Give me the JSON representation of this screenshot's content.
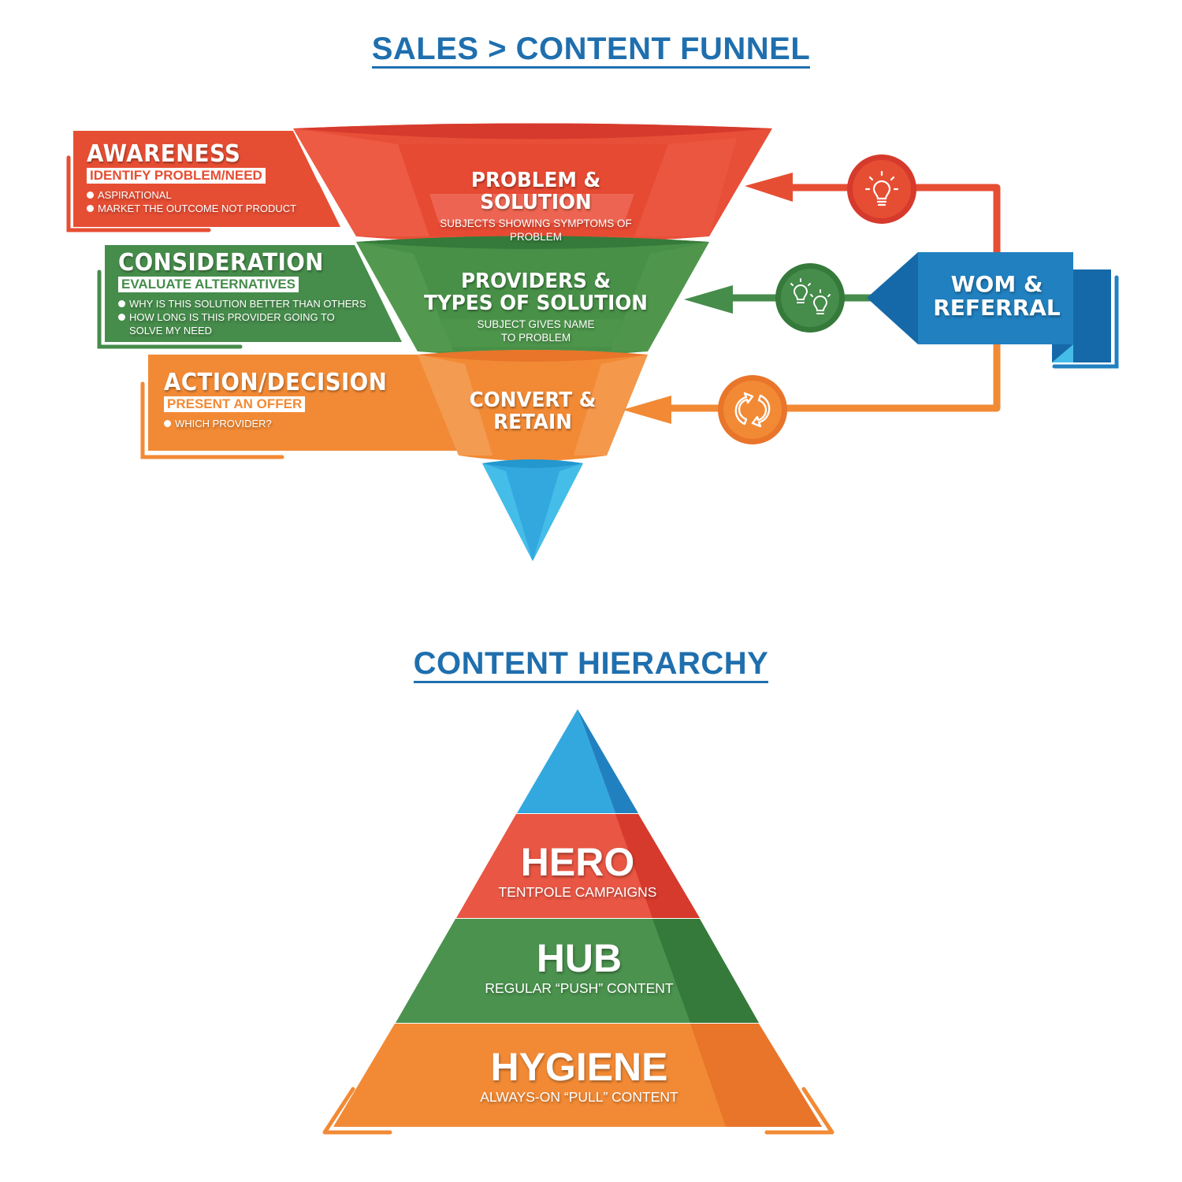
{
  "funnel_section": {
    "title": "SALES > CONTENT FUNNEL",
    "stages": [
      {
        "name": "AWARENESS",
        "subtitle": "IDENTIFY PROBLEM/NEED",
        "bullets": [
          "ASPIRATIONAL",
          "MARKET THE OUTCOME NOT PRODUCT"
        ],
        "color": "#e64e33"
      },
      {
        "name": "CONSIDERATION",
        "subtitle": "EVALUATE ALTERNATIVES",
        "bullets": [
          "WHY IS THIS SOLUTION BETTER THAN OTHERS",
          "HOW LONG IS THIS PROVIDER GOING TO SOLVE MY NEED"
        ],
        "color": "#468c4b"
      },
      {
        "name": "ACTION/DECISION",
        "subtitle": "PRESENT AN OFFER",
        "bullets": [
          "WHICH PROVIDER?"
        ],
        "color": "#f28a35"
      }
    ],
    "funnel_levels": [
      {
        "title": "PROBLEM & SOLUTION",
        "description": "SUBJECTS SHOWING SYMPTOMS OF PROBLEM",
        "color": "#e84f38"
      },
      {
        "title": "PROVIDERS & TYPES OF SOLUTION",
        "description": "SUBJECT GIVES NAME TO PROBLEM",
        "color": "#489048"
      },
      {
        "title": "CONVERT & RETAIN",
        "description": "",
        "color": "#f28a35"
      }
    ],
    "funnel_tip_color": "#33a8df",
    "referral": {
      "label": "WOM & REFERRAL",
      "color": "#2181c0",
      "icons": [
        "lightbulb-icon",
        "two-lightbulbs-icon",
        "refresh-cycle-icon"
      ]
    }
  },
  "hierarchy_section": {
    "title": "CONTENT HIERARCHY",
    "levels": [
      {
        "title": "HERO",
        "subtitle": "TENTPOLE CAMPAIGNS",
        "color": "#e95644"
      },
      {
        "title": "HUB",
        "subtitle": "REGULAR “PUSH” CONTENT",
        "color": "#4b924e"
      },
      {
        "title": "HYGIENE",
        "subtitle": "ALWAYS-ON “PULL” CONTENT",
        "color": "#f28a35"
      }
    ],
    "apex_color": "#33a8df"
  }
}
